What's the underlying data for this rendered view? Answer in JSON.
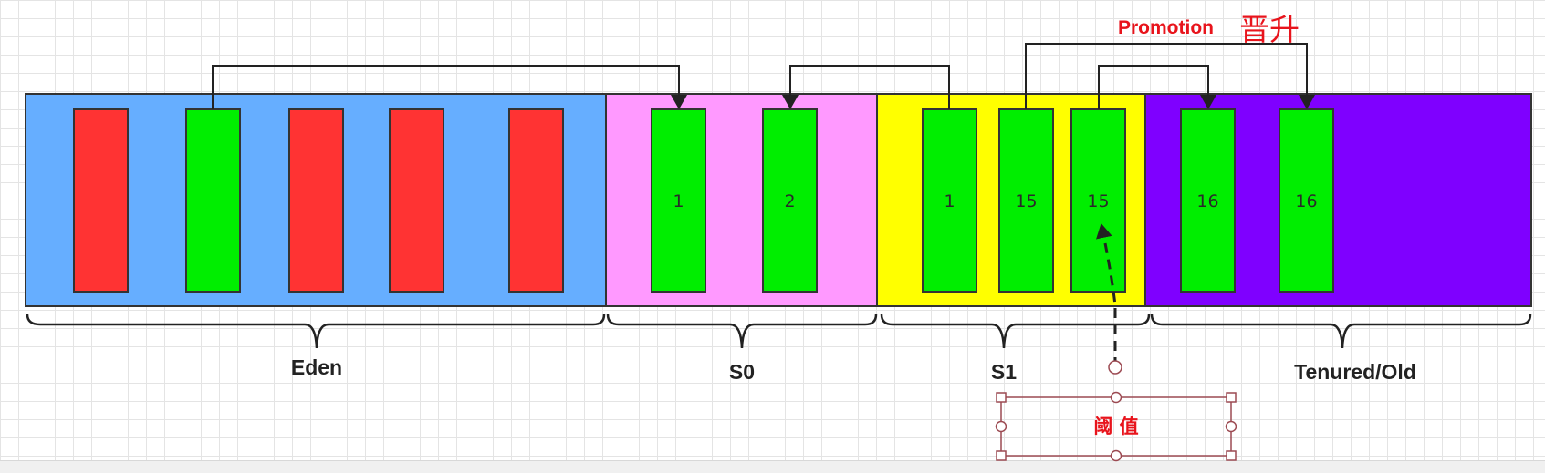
{
  "regions": {
    "eden": {
      "label": "Eden",
      "color": "#66aeff"
    },
    "s0": {
      "label": "S0",
      "color": "#ff99ff"
    },
    "s1": {
      "label": "S1",
      "color": "#ffff00"
    },
    "old": {
      "label": "Tenured/Old",
      "color": "#7f00ff"
    }
  },
  "object_colors": {
    "garbage": "#ff3333",
    "live": "#00ee00"
  },
  "objects": {
    "eden": [
      "garbage",
      "live",
      "garbage",
      "garbage",
      "garbage"
    ],
    "s0": [
      {
        "age": "1"
      },
      {
        "age": "2"
      }
    ],
    "s1": [
      {
        "age": "1"
      },
      {
        "age": "15"
      },
      {
        "age": "15"
      }
    ],
    "old": [
      {
        "age": "16"
      },
      {
        "age": "16"
      }
    ]
  },
  "promotion": {
    "label_en": "Promotion",
    "label_zh": "晋升"
  },
  "threshold": {
    "label": "阈 值"
  }
}
